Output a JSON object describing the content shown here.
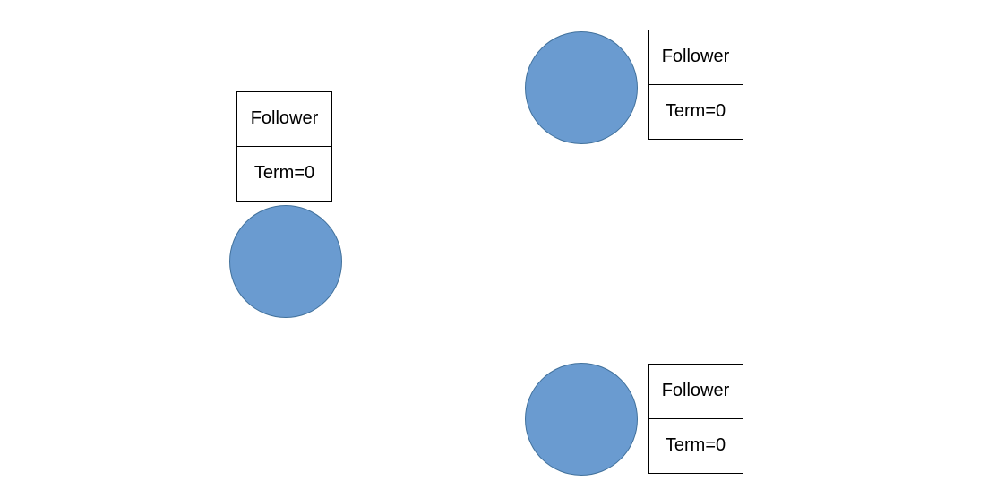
{
  "colors": {
    "node_fill": "#6a9bd0",
    "node_stroke": "#41719c",
    "box_border": "#000000"
  },
  "nodes": [
    {
      "role": "Follower",
      "term": "Term=0"
    },
    {
      "role": "Follower",
      "term": "Term=0"
    },
    {
      "role": "Follower",
      "term": "Term=0"
    }
  ]
}
